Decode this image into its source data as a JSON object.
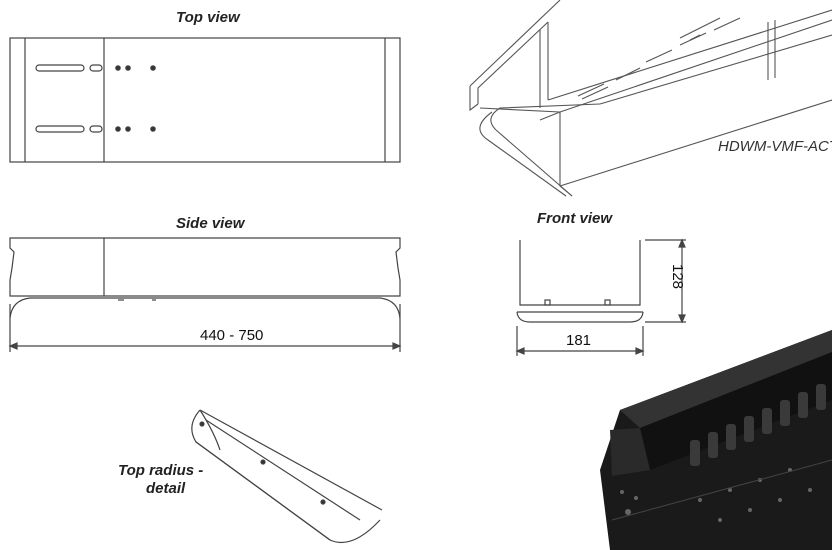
{
  "views": {
    "top_view": "Top view",
    "side_view": "Side view",
    "front_view": "Front view",
    "top_radius_line1": "Top radius -",
    "top_radius_line2": "detail"
  },
  "dimensions": {
    "length_range": "440 - 750",
    "width": "181",
    "height": "128"
  },
  "product": {
    "model": "HDWM-VMF-ACT"
  },
  "colors": {
    "line": "#444444",
    "product_black": "#1c1c1c"
  }
}
